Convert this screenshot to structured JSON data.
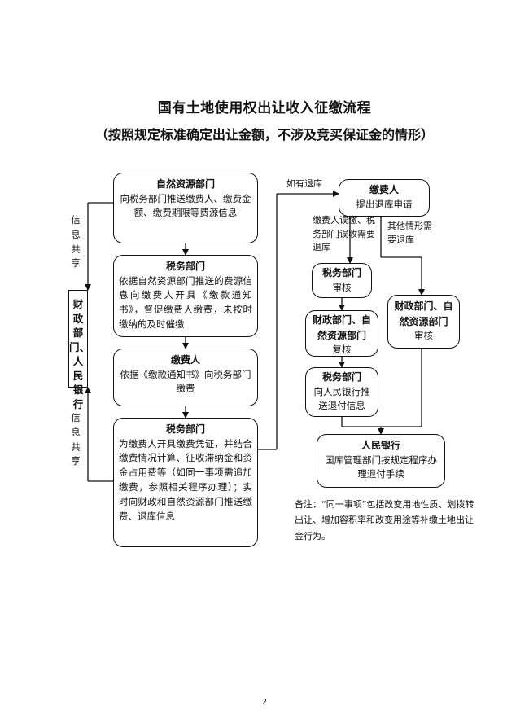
{
  "title": "国有土地使用权出让收入征缴流程",
  "subtitle": "（按照规定标准确定出让金额，不涉及竞买保证金的情形）",
  "left_flow": [
    {
      "heading": "自然资源部门",
      "text": "向税务部门推送缴费人、缴费金额、缴费期限等费源信息"
    },
    {
      "heading": "税务部门",
      "text": "依据自然资源部门推送的费源信息向缴费人开具《缴款通知书》，督促缴费人缴费，未按时缴纳的及时催缴"
    },
    {
      "heading": "缴费人",
      "text": "依据《缴款通知书》向税务部门缴费"
    },
    {
      "heading": "税务部门",
      "text": "为缴费人开具缴费凭证，并结合缴费情况计算、征收滞纳金和资金占用费等（如同一事项需追加缴费，参照相关程序办理）；实时向财政和自然资源部门推送缴费、退库信息"
    }
  ],
  "side_labels": {
    "info_share_top": "信息共享",
    "info_share_bottom": "信息共享",
    "finance_bank": "财政部门、人民银行"
  },
  "right_flow": {
    "refund_label": "如有退库",
    "start": {
      "heading": "缴费人",
      "text": "提出退库申请"
    },
    "branch_left_label": "缴费人误缴、税务部门误收需要退库",
    "branch_right_label": "其他情形需要退库",
    "tax_review": {
      "heading": "税务部门",
      "text": "审核"
    },
    "finance_recheck": {
      "heading": "财政部门、自然资源部门",
      "text": "复核"
    },
    "finance_review": {
      "heading": "财政部门、自然资源部门",
      "text": "审核"
    },
    "tax_push": {
      "heading": "税务部门",
      "text": "向人民银行推送退付信息"
    },
    "bank": {
      "heading": "人民银行",
      "text": "国库管理部门按规定程序办理退付手续"
    }
  },
  "note": "备注：“同一事项”包括改变用地性质、划拨转出让、增加容积率和改变用途等补缴土地出让金行为。",
  "page_number": "2"
}
